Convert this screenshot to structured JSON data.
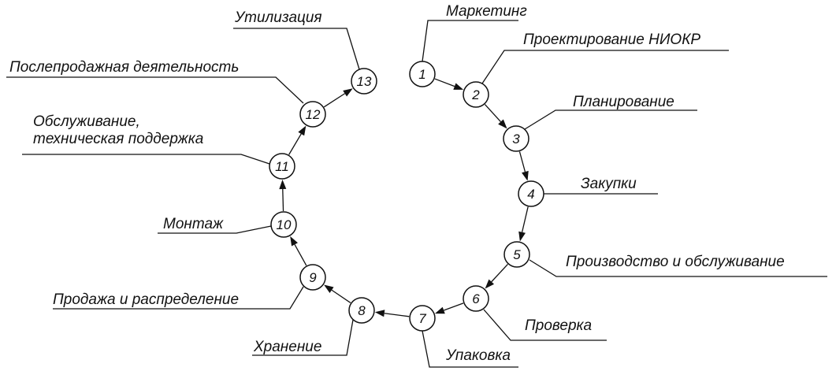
{
  "diagram": {
    "stages": [
      {
        "number": "1",
        "label": "Маркетинг"
      },
      {
        "number": "2",
        "label": "Проектирование НИОКР"
      },
      {
        "number": "3",
        "label": "Планирование"
      },
      {
        "number": "4",
        "label": "Закупки"
      },
      {
        "number": "5",
        "label": "Производство и обслуживание"
      },
      {
        "number": "6",
        "label": "Проверка"
      },
      {
        "number": "7",
        "label": "Упаковка"
      },
      {
        "number": "8",
        "label": "Хранение"
      },
      {
        "number": "9",
        "label": "Продажа и распределение"
      },
      {
        "number": "10",
        "label": "Монтаж"
      },
      {
        "number": "11",
        "label": "Обслуживание,\nтехническая поддержка"
      },
      {
        "number": "12",
        "label": "Послепродажная деятельность"
      },
      {
        "number": "13",
        "label": "Утилизация"
      }
    ],
    "colors": {
      "line": "#111111",
      "circle_fill": "#ffffff"
    }
  }
}
